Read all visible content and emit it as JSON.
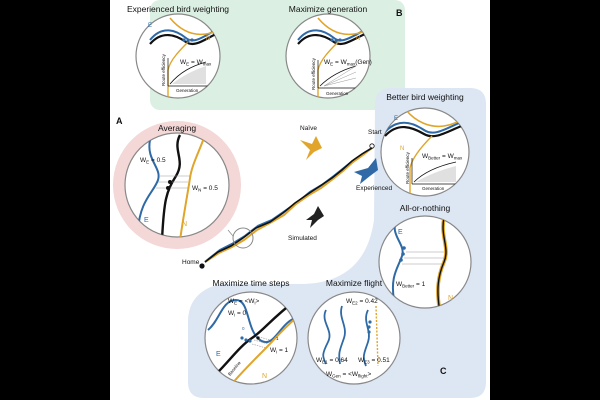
{
  "panels": {
    "A": {
      "letter": "A",
      "averaging": {
        "title": "Averaging",
        "w_e": "W",
        "w_e_sub": "E",
        "w_e_val": " = 0.5",
        "w_n": "W",
        "w_n_sub": "N",
        "w_n_val": " = 0.5",
        "label_e": "E",
        "label_n": "N"
      }
    },
    "B": {
      "letter": "B",
      "experienced_weighting": {
        "title": "Experienced bird weighting",
        "formula_w": "W",
        "formula_w_sub": "E",
        "formula_eq": " = W",
        "formula_eq_sub": "max",
        "label_e": "E",
        "label_n": "N",
        "ylabel": "Route efficiency",
        "xlabel": "Generation"
      },
      "maximize_generation": {
        "title": "Maximize generation",
        "formula_w": "W",
        "formula_w_sub": "E",
        "formula_eq": " = W",
        "formula_eq_sub": "max",
        "formula_paren": "(Gen)",
        "label_n": "N",
        "ylabel": "Route efficiency",
        "xlabel": "Generation"
      }
    },
    "C": {
      "letter": "C",
      "better_weighting": {
        "title": "Better bird weighting",
        "formula_w": "W",
        "formula_w_sub": "Better",
        "formula_eq": " = W",
        "formula_eq_sub": "max",
        "label_e": "E",
        "label_n": "N",
        "ylabel": "Route efficiency",
        "xlabel": "Generation"
      },
      "all_or_nothing": {
        "title": "All-or-nothing",
        "formula_w": "W",
        "formula_w_sub": "Better",
        "formula_val": " = 1",
        "label_e": "E",
        "label_n": "N"
      },
      "max_time_steps": {
        "title": "Maximize time steps",
        "we": "W",
        "we_sub": "E",
        "we_val": " = <W",
        "we_val_sub": "i",
        "we_close": ">",
        "wi0": "W",
        "wi0_sub": "i",
        "wi0_val": " = 0",
        "wi1": "W",
        "wi1_sub": "i",
        "wi1_val": " = 1",
        "zero": "0",
        "one": "1",
        "baseline": "Baseline",
        "label_e": "E",
        "label_n": "N"
      },
      "max_flight": {
        "title": "Maximize flight",
        "we2": "W",
        "we2_sub": "E2",
        "we2_val": " = 0.42",
        "we1": "W",
        "we1_sub": "E1",
        "we1_val": " = 0.64",
        "we3": "W",
        "we3_sub": "E3",
        "we3_val": " = 0.51",
        "wgen": "W",
        "wgen_sub": "Gen",
        "wgen_val": " = <W",
        "wgen_val_sub": "flight",
        "wgen_close": ">"
      }
    }
  },
  "center": {
    "naive": "Naïve",
    "start": "Start",
    "experienced": "Experienced",
    "simulated": "Simulated",
    "home": "Home"
  },
  "colors": {
    "experienced": "#2f6aa6",
    "naive": "#e0a52a",
    "simulated": "#111111",
    "panel_a_bg": "#f4d7d7",
    "panel_b_bg": "#dcefe3",
    "panel_c_bg": "#dde6f3"
  }
}
